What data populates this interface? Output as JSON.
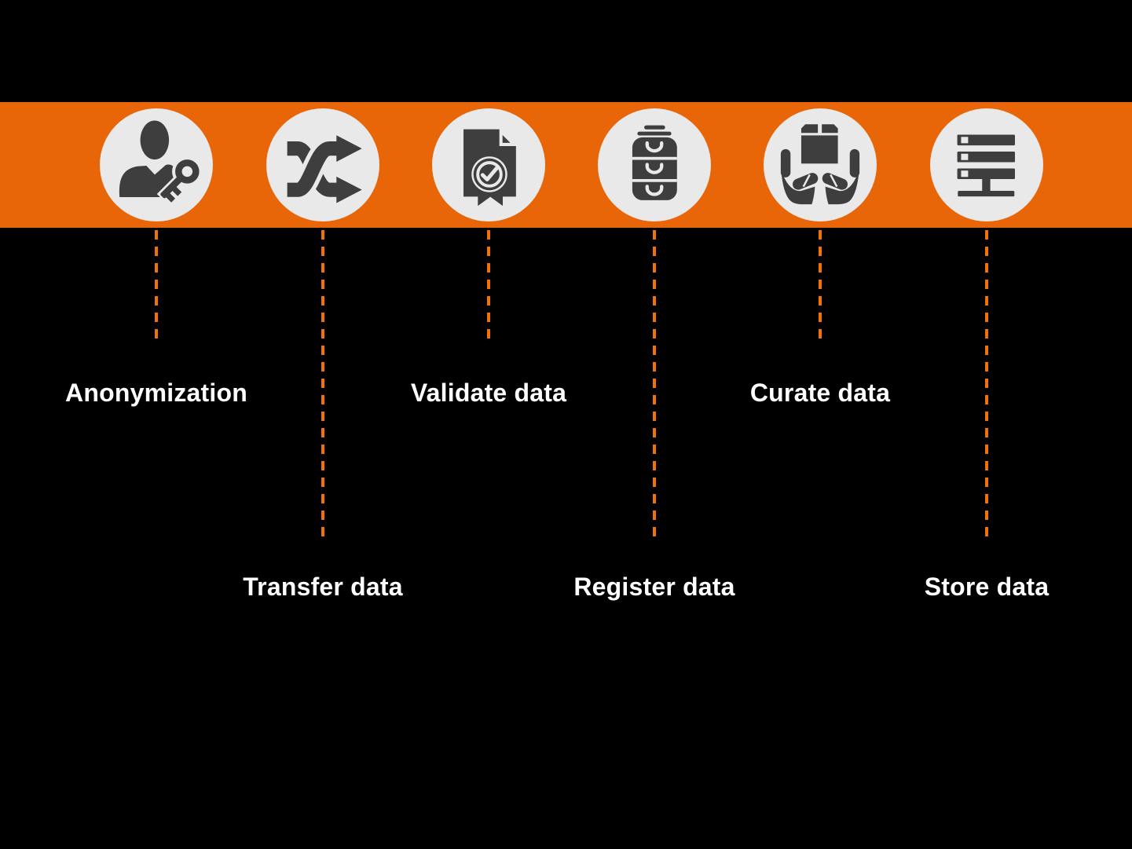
{
  "colors": {
    "canvas_bg": "#000000",
    "accent_orange": "#e86508",
    "dash_orange": "#f0730a",
    "circle_fill": "#e9e9e9",
    "icon_dark": "#3e3e3e",
    "label_text": "#ffffff"
  },
  "steps": [
    {
      "label": "Anonymization",
      "icon": "person-key-icon",
      "row": "upper"
    },
    {
      "label": "Transfer data",
      "icon": "shuffle-arrows-icon",
      "row": "lower"
    },
    {
      "label": "Validate data",
      "icon": "certified-document-icon",
      "row": "upper"
    },
    {
      "label": "Register data",
      "icon": "drawer-cabinet-icon",
      "row": "lower"
    },
    {
      "label": "Curate data",
      "icon": "hands-holding-box-icon",
      "row": "upper"
    },
    {
      "label": "Store data",
      "icon": "server-rack-icon",
      "row": "lower"
    }
  ]
}
